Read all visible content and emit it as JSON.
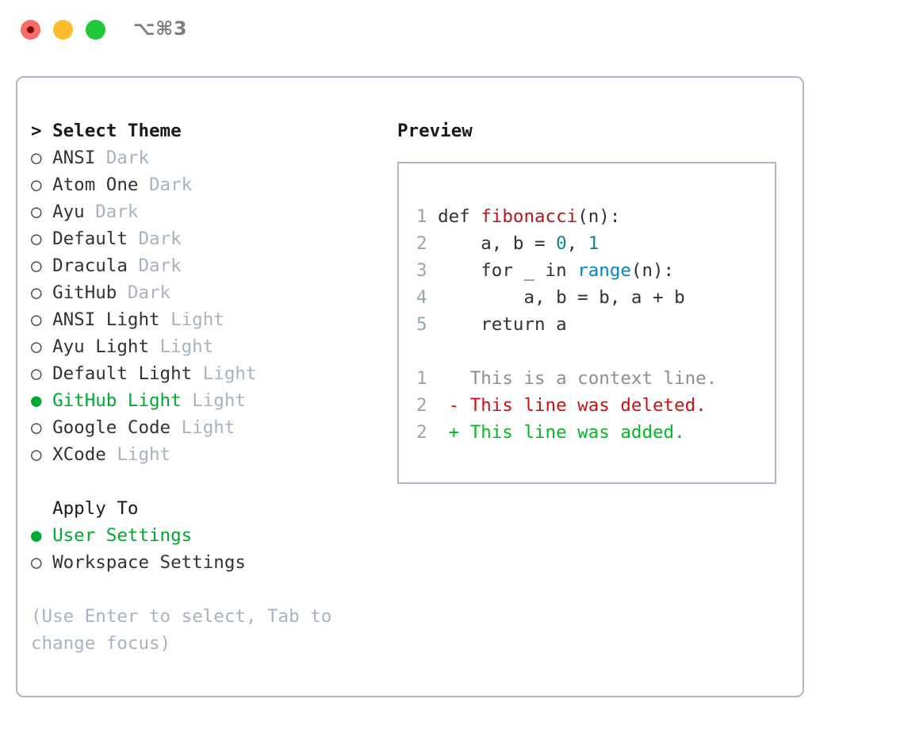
{
  "titlebar": {
    "shortcut": "⌥⌘3",
    "buttons": [
      {
        "name": "close",
        "color": "#fb6a63"
      },
      {
        "name": "minimize",
        "color": "#fdbc2d"
      },
      {
        "name": "maximize",
        "color": "#22c83a"
      }
    ]
  },
  "theme_picker": {
    "header": "> Select Theme",
    "bullet_off": "○",
    "bullet_on": "●",
    "items": [
      {
        "name": "ANSI",
        "tag": "Dark",
        "selected": false
      },
      {
        "name": "Atom One",
        "tag": "Dark",
        "selected": false
      },
      {
        "name": "Ayu",
        "tag": "Dark",
        "selected": false
      },
      {
        "name": "Default",
        "tag": "Dark",
        "selected": false
      },
      {
        "name": "Dracula",
        "tag": "Dark",
        "selected": false
      },
      {
        "name": "GitHub",
        "tag": "Dark",
        "selected": false
      },
      {
        "name": "ANSI Light",
        "tag": "Light",
        "selected": false
      },
      {
        "name": "Ayu Light",
        "tag": "Light",
        "selected": false
      },
      {
        "name": "Default Light",
        "tag": "Light",
        "selected": false
      },
      {
        "name": "GitHub Light",
        "tag": "Light",
        "selected": true
      },
      {
        "name": "Google Code",
        "tag": "Light",
        "selected": false
      },
      {
        "name": "XCode",
        "tag": "Light",
        "selected": false
      }
    ]
  },
  "apply_to": {
    "header": "  Apply To",
    "items": [
      {
        "name": "User Settings",
        "selected": true
      },
      {
        "name": "Workspace Settings",
        "selected": false
      }
    ]
  },
  "hint": "(Use Enter to select, Tab to change focus)",
  "preview": {
    "title": "Preview",
    "code_lines": [
      {
        "num": "1",
        "tokens": [
          {
            "t": "def ",
            "c": "kw"
          },
          {
            "t": "fibonacci",
            "c": "fn"
          },
          {
            "t": "(n):",
            "c": "kw"
          }
        ]
      },
      {
        "num": "2",
        "tokens": [
          {
            "t": "    a, b = ",
            "c": "kw"
          },
          {
            "t": "0",
            "c": "num"
          },
          {
            "t": ", ",
            "c": "kw"
          },
          {
            "t": "1",
            "c": "num"
          }
        ]
      },
      {
        "num": "3",
        "tokens": [
          {
            "t": "    for _ in ",
            "c": "kw"
          },
          {
            "t": "range",
            "c": "bi"
          },
          {
            "t": "(n):",
            "c": "kw"
          }
        ]
      },
      {
        "num": "4",
        "tokens": [
          {
            "t": "        a, b = b, a + b",
            "c": "kw"
          }
        ]
      },
      {
        "num": "5",
        "tokens": [
          {
            "t": "    return a",
            "c": "kw"
          }
        ]
      }
    ],
    "diff_lines": [
      {
        "num": "1",
        "marker": "  ",
        "text": "This is a context line.",
        "kind": "ctx"
      },
      {
        "num": "2",
        "marker": "- ",
        "text": "This line was deleted.",
        "kind": "del"
      },
      {
        "num": "2",
        "marker": "+ ",
        "text": "This line was added.",
        "kind": "add"
      }
    ]
  },
  "colors": {
    "selected_green": "#00a832",
    "tag_gray": "#a9b2bf",
    "border": "#adb6c4",
    "function_red": "#b3181f",
    "number_teal": "#0d8a80",
    "builtin_blue": "#0086c4",
    "diff_deleted": "#cc1111",
    "diff_added": "#00bb22",
    "context_gray": "#8a8f96"
  }
}
